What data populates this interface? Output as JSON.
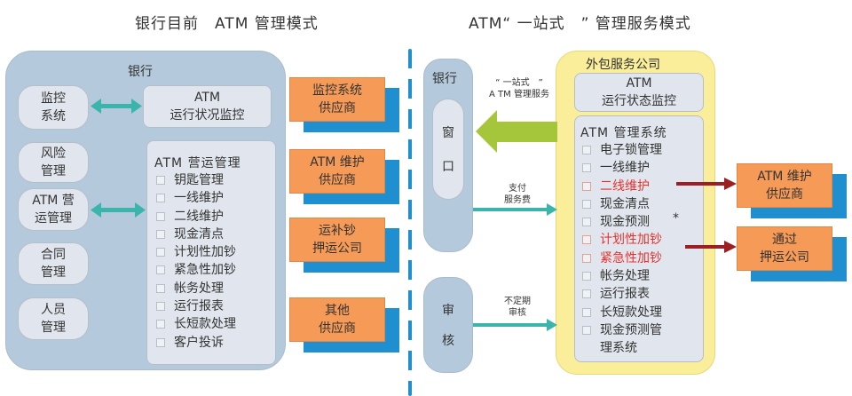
{
  "titles": {
    "left": "银行目前　ATM 管理模式",
    "right": "ATM“ 一站式　” 管理服务模式"
  },
  "left_model": {
    "bank_label": "银行",
    "departments": [
      {
        "label": "监控\n系统"
      },
      {
        "label": "风险\n管理"
      },
      {
        "label": "ATM 营\n运管理"
      },
      {
        "label": "合同\n管理"
      },
      {
        "label": "人员\n管理"
      }
    ],
    "monitor_box": {
      "title": "ATM\n运行状况监控"
    },
    "operations_box": {
      "title": "ATM 营运管理",
      "items": [
        "钥匙管理",
        "一线维护",
        "二线维护",
        "现金清点",
        "计划性加钞",
        "紧急性加钞",
        "帐务处理",
        "运行报表",
        "长短款处理",
        "客户投诉"
      ]
    },
    "vendors": [
      {
        "label": "监控系统\n供应商"
      },
      {
        "label": "ATM 维护\n供应商"
      },
      {
        "label": "运补钞\n押运公司"
      },
      {
        "label": "其他\n供应商"
      }
    ]
  },
  "right_model": {
    "bank_label": "银行",
    "window_label": [
      "窗",
      "口"
    ],
    "audit_label": [
      "审",
      "核"
    ],
    "service_arrow_label": "“ 一站式　”\nA TM 管理服务",
    "fee_arrow_label": "支付\n服务费",
    "audit_arrow_label": "不定期\n审核",
    "outsource": {
      "label": "外包服务公司",
      "monitor_box": {
        "title": "ATM\n运行状态监控"
      },
      "system_box": {
        "title": "ATM 管理系统",
        "items": [
          {
            "text": "电子锁管理",
            "highlight": false
          },
          {
            "text": "一线维护",
            "highlight": false
          },
          {
            "text": "二线维护",
            "highlight": true
          },
          {
            "text": "现金清点",
            "highlight": false
          },
          {
            "text": "现金预测",
            "highlight": false
          },
          {
            "text": "计划性加钞",
            "highlight": true
          },
          {
            "text": "紧急性加钞",
            "highlight": true
          },
          {
            "text": "帐务处理",
            "highlight": false
          },
          {
            "text": "运行报表",
            "highlight": false
          },
          {
            "text": "长短款处理",
            "highlight": false
          },
          {
            "text": "现金预测管\n理系统",
            "highlight": false
          }
        ],
        "asterisk": "*"
      }
    },
    "subcontractors": [
      {
        "label": "ATM 维护\n供应商"
      },
      {
        "label": "通过\n押运公司"
      }
    ]
  },
  "colors": {
    "bank_blue": "#b4c9dc",
    "box_gray": "#e1e6ee",
    "vendor_orange": "#f59a57",
    "vendor_shadow": "#1f8fd0",
    "teal_arrow": "#3bb5ac",
    "green_arrow": "#a5c63b",
    "red_arrow": "#9e1f23",
    "highlight_red": "#e6322d",
    "outsource_yellow": "#faee9b"
  }
}
